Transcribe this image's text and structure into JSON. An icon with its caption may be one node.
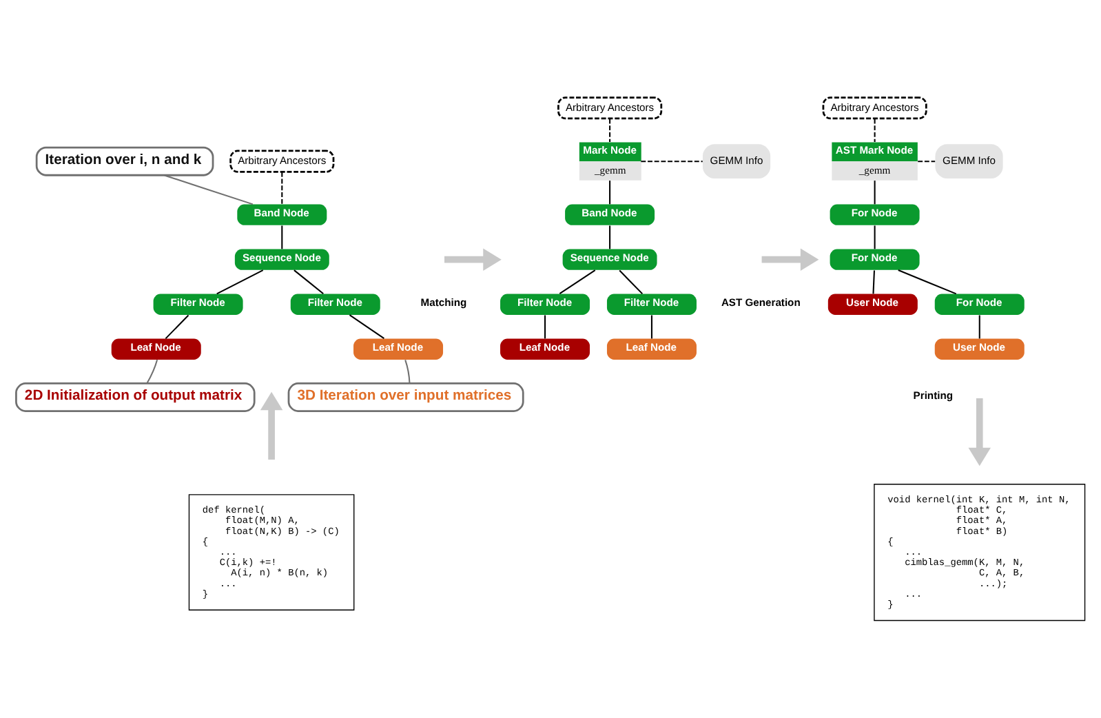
{
  "diagram": {
    "nodes": [
      {
        "text": [
          "Arbitrary Ancestors"
        ]
      },
      {
        "text": [
          "Band Node"
        ]
      },
      {
        "text": [
          "Sequence Node"
        ]
      },
      {
        "text": [
          "Filter Node"
        ]
      },
      {
        "text": [
          "Filter Node"
        ]
      },
      {
        "text": [
          "Leaf Node"
        ]
      },
      {
        "text": [
          "Leaf Node"
        ]
      },
      {
        "text": [
          "Iteration over i, n and k"
        ]
      },
      {
        "text": [
          "2D Initialization of output matrix"
        ]
      },
      {
        "text": [
          "3D Iteration over input matrices"
        ]
      },
      {
        "text": [
          "def kernel(",
          "    float(M,N) A,",
          "    float(N,K) B) -> (C)",
          "{",
          "   ...",
          "   C(i,k) +=!",
          "     A(i, n) * B(n, k)",
          "   ...",
          "}"
        ]
      },
      {
        "text": [
          "Arbitrary Ancestors"
        ]
      },
      {
        "text": [
          "Mark Node",
          "_gemm"
        ]
      },
      {
        "text": [
          "GEMM Info"
        ]
      },
      {
        "text": [
          "Band Node"
        ]
      },
      {
        "text": [
          "Sequence Node"
        ]
      },
      {
        "text": [
          "Filter Node"
        ]
      },
      {
        "text": [
          "Filter Node"
        ]
      },
      {
        "text": [
          "Leaf Node"
        ]
      },
      {
        "text": [
          "Leaf Node"
        ]
      },
      {
        "text": [
          "Arbitrary Ancestors"
        ]
      },
      {
        "text": [
          "AST Mark Node",
          "_gemm"
        ]
      },
      {
        "text": [
          "GEMM Info"
        ]
      },
      {
        "text": [
          "For Node"
        ]
      },
      {
        "text": [
          "For Node"
        ]
      },
      {
        "text": [
          "User Node"
        ]
      },
      {
        "text": [
          "For Node"
        ]
      },
      {
        "text": [
          "User Node"
        ]
      },
      {
        "text": [
          "void kernel(int K, int M, int N,",
          "            float* C,",
          "            float* A,",
          "            float* B)",
          "{",
          "   ...",
          "   cimblas_gemm(K, M, N,",
          "                C, A, B,",
          "                ...);",
          "   ...",
          "}"
        ]
      }
    ],
    "edges": [
      {
        "from": 0,
        "to": 1,
        "arrow": "none",
        "style": "dashed"
      },
      {
        "from": 1,
        "to": 2,
        "arrow": "none"
      },
      {
        "from": 2,
        "to": 3,
        "arrow": "none"
      },
      {
        "from": 2,
        "to": 4,
        "arrow": "none"
      },
      {
        "from": 3,
        "to": 5,
        "arrow": "none"
      },
      {
        "from": 4,
        "to": 6,
        "arrow": "none"
      },
      {
        "from": 7,
        "to": 1,
        "arrow": "none",
        "color": "#707070"
      },
      {
        "from": 8,
        "to": 5,
        "arrow": "none",
        "color": "#707070"
      },
      {
        "from": 9,
        "to": 6,
        "arrow": "none",
        "color": "#707070"
      },
      {
        "from": 11,
        "to": 12,
        "arrow": "none",
        "style": "dashed"
      },
      {
        "from": 12,
        "to": 13,
        "arrow": "none",
        "style": "dashed"
      },
      {
        "from": 12,
        "to": 14,
        "arrow": "none"
      },
      {
        "from": 14,
        "to": 15,
        "arrow": "none"
      },
      {
        "from": 15,
        "to": 16,
        "arrow": "none"
      },
      {
        "from": 15,
        "to": 17,
        "arrow": "none"
      },
      {
        "from": 16,
        "to": 18,
        "arrow": "none"
      },
      {
        "from": 17,
        "to": 19,
        "arrow": "none"
      },
      {
        "from": 20,
        "to": 21,
        "arrow": "none",
        "style": "dashed"
      },
      {
        "from": 21,
        "to": 22,
        "arrow": "none",
        "style": "dashed"
      },
      {
        "from": 21,
        "to": 23,
        "arrow": "none"
      },
      {
        "from": 23,
        "to": 24,
        "arrow": "none"
      },
      {
        "from": 24,
        "to": 25,
        "arrow": "none"
      },
      {
        "from": 24,
        "to": 26,
        "arrow": "none"
      },
      {
        "from": 26,
        "to": 27,
        "arrow": "none"
      }
    ],
    "labels": [
      "Matching",
      "AST Generation",
      "Printing"
    ]
  }
}
